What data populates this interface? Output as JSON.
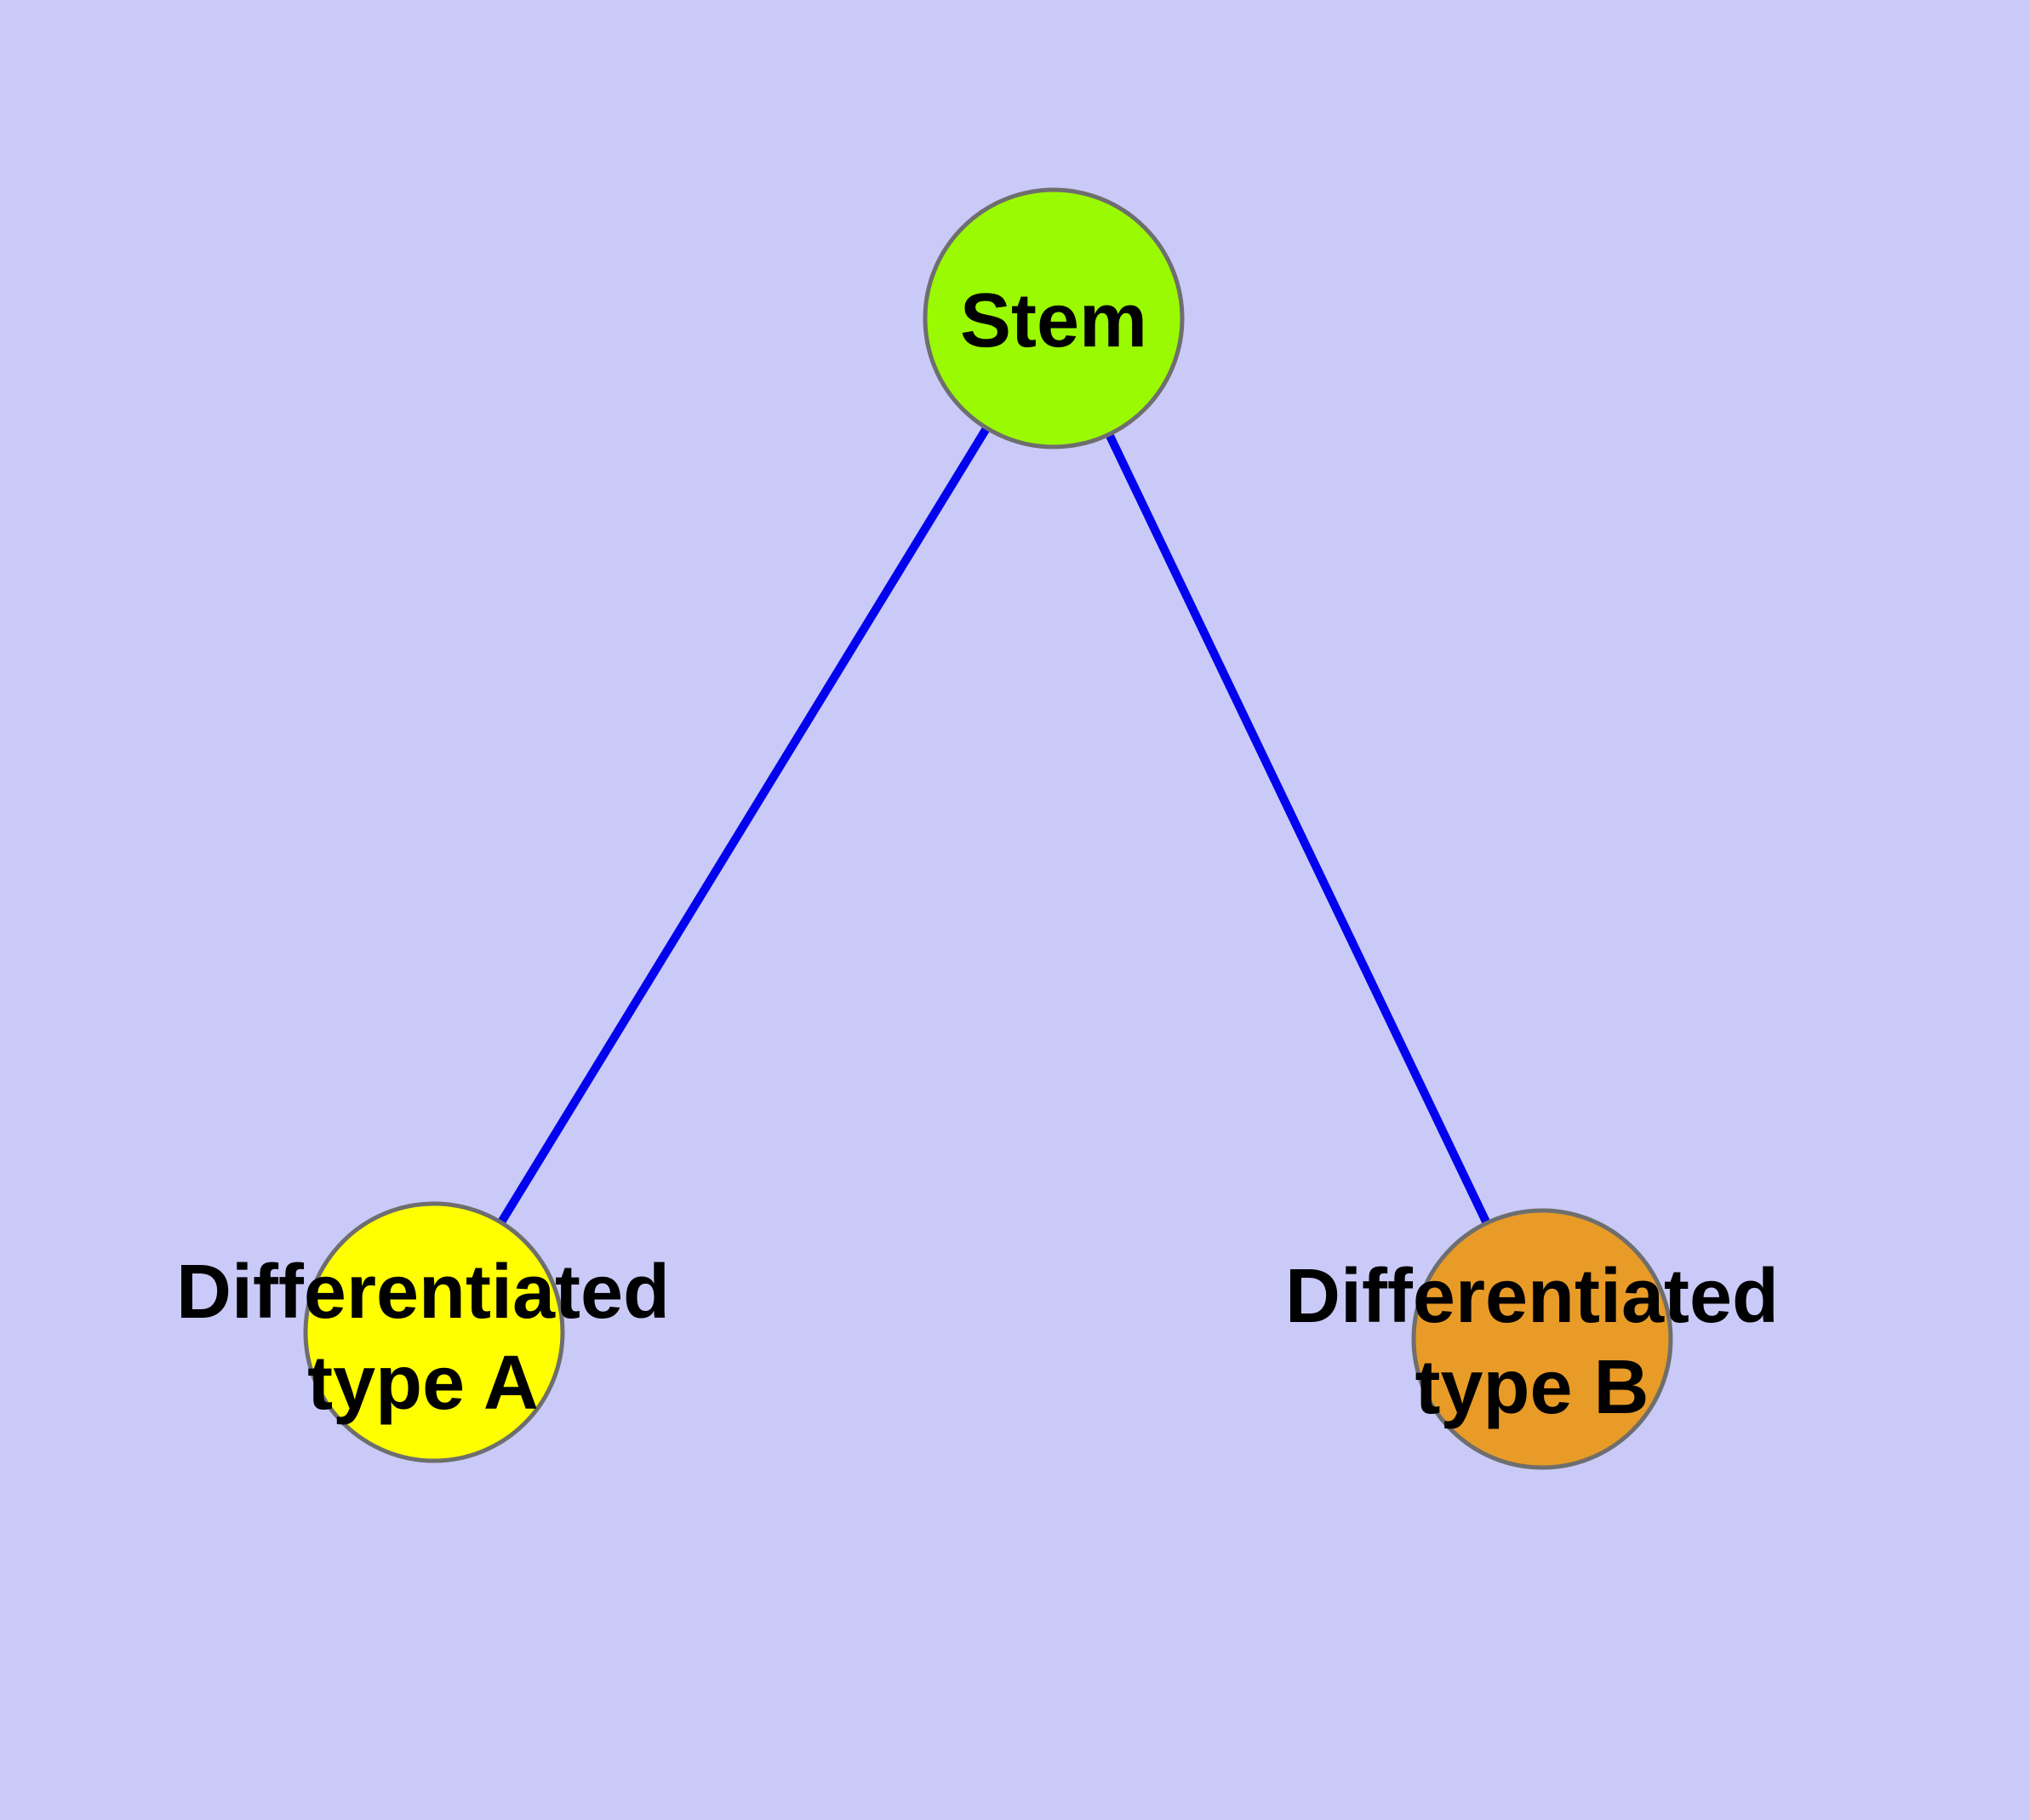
{
  "diagram": {
    "background_color": "#cacaf8",
    "text_color": "#000000",
    "node_border_color": "#6e6e6e",
    "edge_color": "#0202ee",
    "nodes": {
      "stem": {
        "label": "Stem",
        "fill": "#9afa02"
      },
      "diff_a": {
        "label_line1": "Differentiated",
        "label_line2": "type A",
        "fill": "#ffff00"
      },
      "diff_b": {
        "label_line1": "Differentiated",
        "label_line2": "type B",
        "fill": "#e89b27"
      }
    },
    "edges": [
      {
        "from": "Stem",
        "to": "Differentiated type A"
      },
      {
        "from": "Stem",
        "to": "Differentiated type B"
      }
    ]
  }
}
